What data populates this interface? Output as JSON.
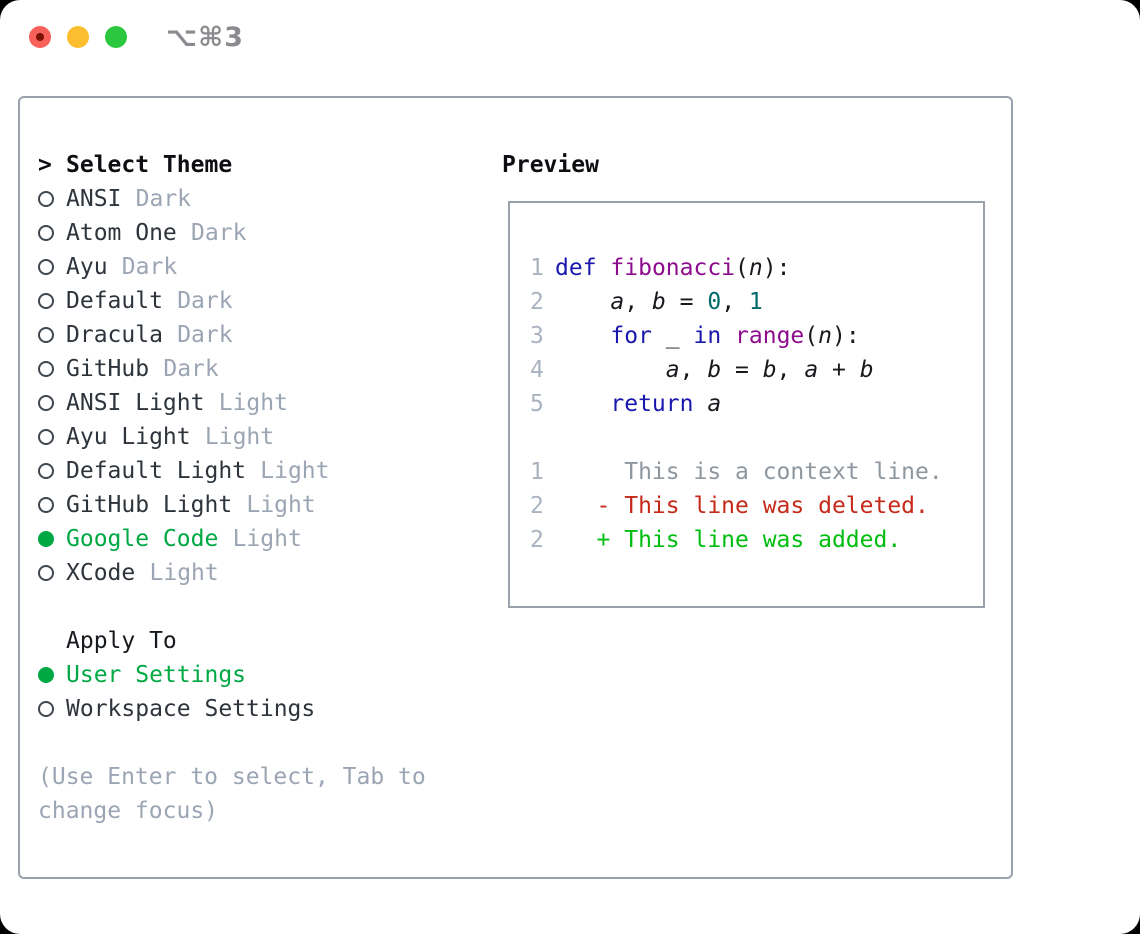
{
  "window": {
    "title": "⌥⌘3"
  },
  "colors": {
    "traffic_red": "#f8605a",
    "traffic_red_dot": "#7a1006",
    "traffic_yellow": "#fcbd2e",
    "traffic_green": "#2bc83f",
    "accent_green": "#00a843",
    "added_green": "#00bd10",
    "deleted_red": "#c52a1a",
    "keyword_blue": "#1a17ad",
    "function_purple": "#8d0b8d",
    "number_teal": "#006a6a",
    "text_dark": "#2e343c",
    "muted_gray": "#9ba5b3",
    "context_gray": "#8e979f",
    "lineno_gray": "#a9b3c0",
    "border_gray": "#99a1ac",
    "header_black": "#0c0e12",
    "title_gray": "#8b8b8f"
  },
  "theme_panel": {
    "header_prefix": ">",
    "header_label": "Select Theme",
    "themes": [
      {
        "name": "ANSI",
        "variant": "Dark",
        "selected": false
      },
      {
        "name": "Atom One",
        "variant": "Dark",
        "selected": false
      },
      {
        "name": "Ayu",
        "variant": "Dark",
        "selected": false
      },
      {
        "name": "Default",
        "variant": "Dark",
        "selected": false
      },
      {
        "name": "Dracula",
        "variant": "Dark",
        "selected": false
      },
      {
        "name": "GitHub",
        "variant": "Dark",
        "selected": false
      },
      {
        "name": "ANSI Light",
        "variant": "Light",
        "selected": false
      },
      {
        "name": "Ayu Light",
        "variant": "Light",
        "selected": false
      },
      {
        "name": "Default Light",
        "variant": "Light",
        "selected": false
      },
      {
        "name": "GitHub Light",
        "variant": "Light",
        "selected": false
      },
      {
        "name": "Google Code",
        "variant": "Light",
        "selected": true
      },
      {
        "name": "XCode",
        "variant": "Light",
        "selected": false
      }
    ],
    "apply_to": {
      "label": "Apply To",
      "options": [
        {
          "name": "User Settings",
          "selected": true
        },
        {
          "name": "Workspace Settings",
          "selected": false
        }
      ]
    },
    "help_text": "(Use Enter to select, Tab to change focus)"
  },
  "preview": {
    "label": "Preview",
    "code_lines": [
      {
        "num": "1",
        "tokens": [
          {
            "text": "def",
            "type": "keyword"
          },
          {
            "text": " "
          },
          {
            "text": "fibonacci",
            "type": "function"
          },
          {
            "text": "("
          },
          {
            "text": "n",
            "type": "variable"
          },
          {
            "text": "):"
          }
        ]
      },
      {
        "num": "2",
        "tokens": [
          {
            "text": "    "
          },
          {
            "text": "a",
            "type": "variable"
          },
          {
            "text": ", "
          },
          {
            "text": "b",
            "type": "variable"
          },
          {
            "text": " = "
          },
          {
            "text": "0",
            "type": "number"
          },
          {
            "text": ", "
          },
          {
            "text": "1",
            "type": "number"
          }
        ]
      },
      {
        "num": "3",
        "tokens": [
          {
            "text": "    "
          },
          {
            "text": "for",
            "type": "keyword"
          },
          {
            "text": " _ "
          },
          {
            "text": "in",
            "type": "keyword"
          },
          {
            "text": " "
          },
          {
            "text": "range",
            "type": "function"
          },
          {
            "text": "("
          },
          {
            "text": "n",
            "type": "variable"
          },
          {
            "text": "):"
          }
        ]
      },
      {
        "num": "4",
        "tokens": [
          {
            "text": "        "
          },
          {
            "text": "a",
            "type": "variable"
          },
          {
            "text": ", "
          },
          {
            "text": "b",
            "type": "variable"
          },
          {
            "text": " = "
          },
          {
            "text": "b",
            "type": "variable"
          },
          {
            "text": ", "
          },
          {
            "text": "a",
            "type": "variable"
          },
          {
            "text": " + "
          },
          {
            "text": "b",
            "type": "variable"
          }
        ]
      },
      {
        "num": "5",
        "tokens": [
          {
            "text": "    "
          },
          {
            "text": "return",
            "type": "keyword"
          },
          {
            "text": " "
          },
          {
            "text": "a",
            "type": "variable"
          }
        ]
      }
    ],
    "diff_lines": [
      {
        "num": "1",
        "type": "context",
        "text": "     This is a context line."
      },
      {
        "num": "2",
        "type": "deleted",
        "text": "   - This line was deleted."
      },
      {
        "num": "2",
        "type": "added",
        "text": "   + This line was added."
      }
    ]
  }
}
